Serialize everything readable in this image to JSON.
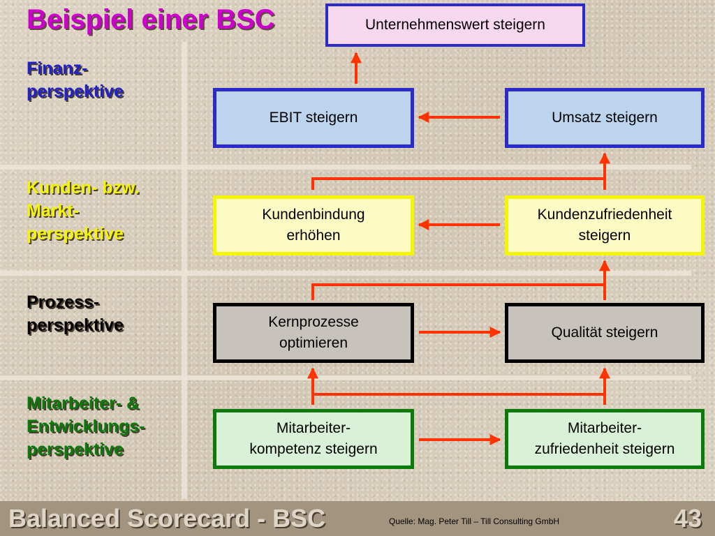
{
  "title": "Beispiel einer BSC",
  "colors": {
    "title": "#cc00cc",
    "finanz_label": "#2222cc",
    "kunden_label": "#f5f500",
    "prozess_label": "#000000",
    "mitarbeiter_label": "#0a7a0a",
    "arrow": "#ff3300"
  },
  "perspectives": {
    "finanz": "Finanz-\nperspektive",
    "kunden": "Kunden- bzw.\nMarkt-\nperspektive",
    "prozess": "Prozess-\nperspektive",
    "mitarbeiter": "Mitarbeiter- &\nEntwicklungs-\nperspektive"
  },
  "boxes": {
    "unternehmenswert": "Unternehmenswert steigern",
    "ebit": "EBIT steigern",
    "umsatz": "Umsatz steigern",
    "kundenbindung": "Kundenbindung\nerhöhen",
    "kundenzufriedenheit": "Kundenzufriedenheit\nsteigern",
    "kernprozesse": "Kernprozesse\noptimieren",
    "qualitaet": "Qualität steigern",
    "mitarbeiterkompetenz": "Mitarbeiter-\nkompetenz steigern",
    "mitarbeiterzufriedenheit": "Mitarbeiter-\nzufriedenheit steigern"
  },
  "footer": {
    "title": "Balanced Scorecard - BSC",
    "source": "Quelle: Mag. Peter Till – Till Consulting GmbH",
    "page": "43"
  }
}
